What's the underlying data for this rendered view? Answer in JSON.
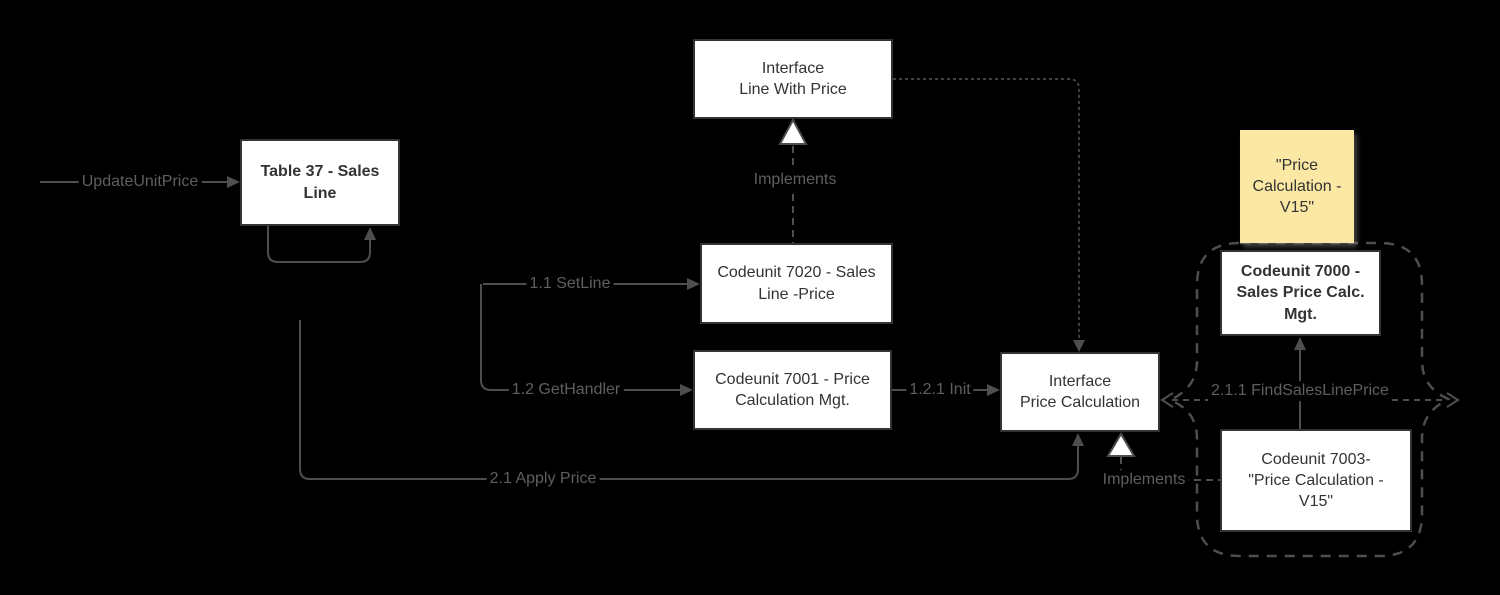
{
  "colors": {
    "background": "#000000",
    "node_fill": "#ffffff",
    "node_border": "#333333",
    "node_text": "#333333",
    "edge_stroke": "#4e4e4e",
    "edge_label_text": "#5f5f5f",
    "note_fill": "#fbe8a4"
  },
  "nodes": {
    "table37": {
      "label": "Table 37 - Sales\nLine"
    },
    "line_with_price": {
      "label": "Interface\nLine With Price"
    },
    "cu7020": {
      "label": "Codeunit 7020 - Sales\nLine -Price"
    },
    "cu7001": {
      "label": "Codeunit 7001 - Price\nCalculation Mgt."
    },
    "price_calculation": {
      "label": "Interface\nPrice Calculation"
    },
    "note": {
      "label": "\"Price\nCalculation -\nV15\""
    },
    "cu7000": {
      "label": "Codeunit 7000 -\nSales Price Calc.\nMgt."
    },
    "cu7003": {
      "label": "Codeunit 7003-\n\"Price Calculation -\nV15\""
    }
  },
  "edges": {
    "update_unit_price": "UpdateUnitPrice",
    "set_line": "1.1 SetLine",
    "get_handler": "1.2 GetHandler",
    "init": "1.2.1 Init",
    "apply_price": "2.1 Apply Price",
    "implements_top": "Implements",
    "implements_bottom": "Implements",
    "find_sales_line_price": "2.1.1 FindSalesLinePrice"
  }
}
